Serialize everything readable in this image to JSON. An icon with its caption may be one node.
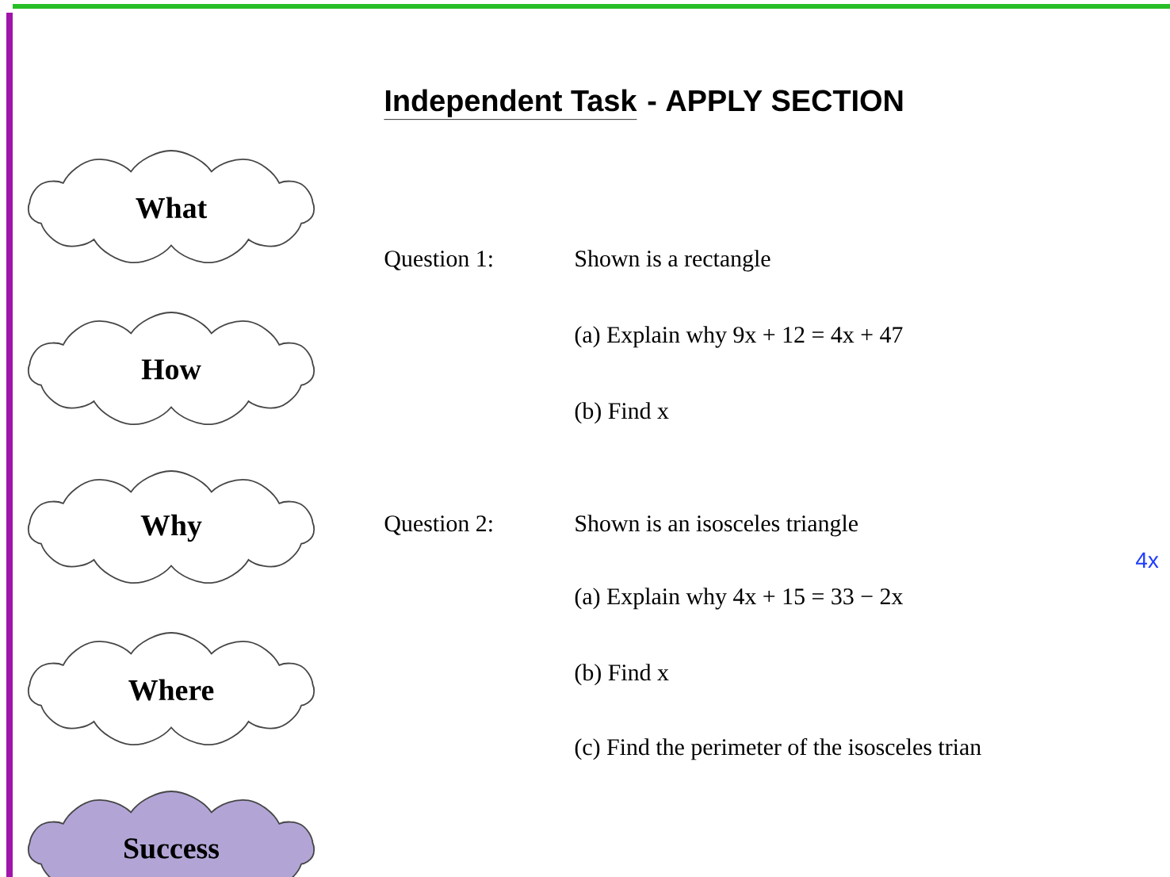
{
  "diagram": {
    "nodes": [
      {
        "text": [
          "What"
        ]
      },
      {
        "text": [
          "How"
        ]
      },
      {
        "text": [
          "Why"
        ]
      },
      {
        "text": [
          "Where"
        ]
      },
      {
        "text": [
          "Success"
        ]
      }
    ],
    "labels": [
      "Independent Task",
      "- APPLY SECTION",
      "Question 1:",
      "Shown is a rectangle",
      "(a)  Explain why  9x + 12 = 4x + 47",
      "(b)  Find x",
      "Question 2:",
      "Shown is an isosceles triangle",
      "4x",
      "(a)  Explain why 4x + 15 = 33 − 2x",
      "(b)  Find x",
      "(c)  Find the perimeter of the isosceles trian"
    ]
  }
}
